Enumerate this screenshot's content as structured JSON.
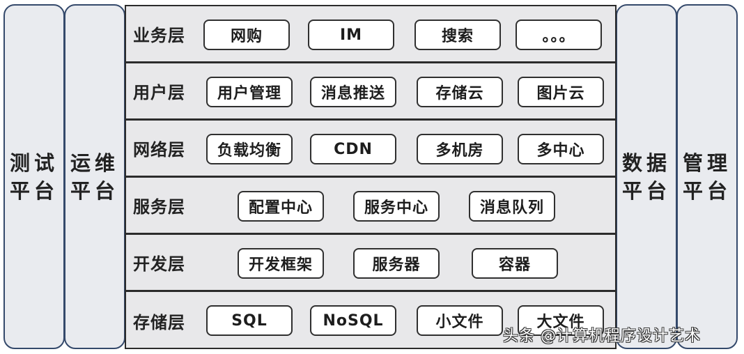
{
  "left_pillars": [
    {
      "label": "测试平台"
    },
    {
      "label": "运维平台"
    }
  ],
  "right_pillars": [
    {
      "label": "数据平台"
    },
    {
      "label": "管理平台"
    }
  ],
  "layers": [
    {
      "label": "业务层",
      "items": [
        "网购",
        "IM",
        "搜索",
        "。。。"
      ]
    },
    {
      "label": "用户层",
      "items": [
        "用户管理",
        "消息推送",
        "存储云",
        "图片云"
      ]
    },
    {
      "label": "网络层",
      "items": [
        "负载均衡",
        "CDN",
        "多机房",
        "多中心"
      ]
    },
    {
      "label": "服务层",
      "items": [
        "配置中心",
        "服务中心",
        "消息队列"
      ]
    },
    {
      "label": "开发层",
      "items": [
        "开发框架",
        "服务器",
        "容器"
      ]
    },
    {
      "label": "存储层",
      "items": [
        "SQL",
        "NoSQL",
        "小文件",
        "大文件"
      ]
    }
  ],
  "watermark": "头条 @计算机程序设计艺术",
  "colors": {
    "pillar_bg": "#e9ebef",
    "pillar_border": "#34496b",
    "layer_bg": "#e8e8ea",
    "box_bg": "#ffffff",
    "border": "#2b2b2b"
  }
}
